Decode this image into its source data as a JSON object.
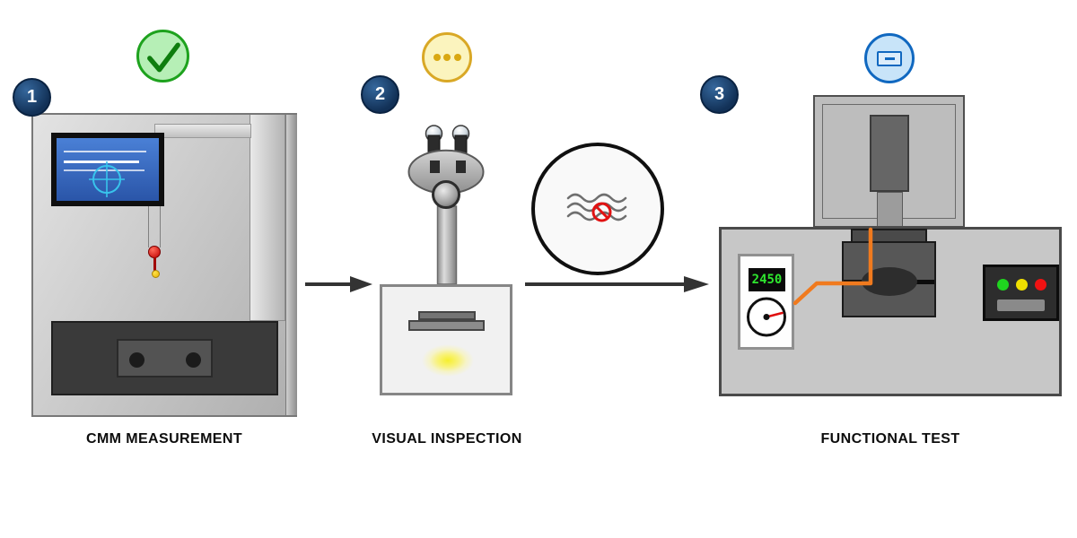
{
  "diagram": {
    "stations": [
      {
        "number": "1",
        "label": "CMM MEASUREMENT",
        "status": "passed",
        "status_icon": "check-circle-icon",
        "status_color": "#1ea21e"
      },
      {
        "number": "2",
        "label": "VISUAL INSPECTION",
        "status": "in-progress",
        "status_icon": "ellipsis-circle-icon",
        "status_color": "#d9a826"
      },
      {
        "number": "3",
        "label": "FUNCTIONAL TEST",
        "status": "pending",
        "status_icon": "battery-circle-icon",
        "status_color": "#1068c0"
      }
    ],
    "badge_color": "#123157",
    "arrow_color": "#333333",
    "callout": {
      "icon": "no-scratches-magnifier-icon",
      "prohibition_color": "#e11212",
      "wave_color": "#6f6f6f"
    },
    "functional_test": {
      "meter_display_value": "2450",
      "meter_display_color": "#2ee62e",
      "needle_color": "#e01010",
      "cable_color": "#f07a1e",
      "indicator_lights": [
        {
          "name": "green-light",
          "color": "#1fd41f"
        },
        {
          "name": "yellow-light",
          "color": "#f0df00"
        },
        {
          "name": "red-light",
          "color": "#f01212"
        }
      ]
    }
  }
}
